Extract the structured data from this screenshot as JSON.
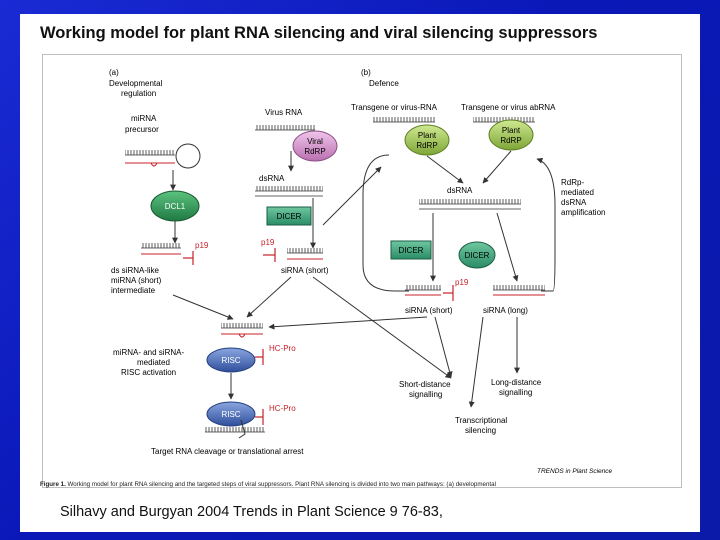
{
  "slide": {
    "title": "Working model for plant RNA silencing and viral silencing suppressors",
    "citation": "Silhavy and Burgyan 2004 Trends in Plant Science 9 76-83,"
  },
  "caption": {
    "figure_label": "Figure 1.",
    "text": "Working model for plant RNA silencing and the targeted steps of viral suppressors. Plant RNA silencing is divided into two main pathways: (a) developmental"
  },
  "diagram": {
    "panel_a": {
      "label": "(a)",
      "title_line1": "Developmental",
      "title_line2": "regulation"
    },
    "panel_b": {
      "label": "(b)",
      "title": "Defence"
    },
    "mirna_precursor": {
      "line1": "miRNA",
      "line2": "precursor"
    },
    "dcl1": "DCL1",
    "virus_rna": "Virus RNA",
    "viral_rdrp": {
      "line1": "Viral",
      "line2": "RdRP"
    },
    "dsrna_left": "dsRNA",
    "dicer_left": "DICER",
    "p19_a": "p19",
    "p19_b": "p19",
    "ds_intermediate": {
      "line1": "ds siRNA-like",
      "line2": "miRNA (short)",
      "line3": "intermediate"
    },
    "sirna_short_left": "siRNA (short)",
    "transgene_virus_rna": "Transgene or virus-RNA",
    "transgene_virus_abrna": "Transgene or virus abRNA",
    "plant_rdrp_1": {
      "line1": "Plant",
      "line2": "RdRP"
    },
    "plant_rdrp_2": {
      "line1": "Plant",
      "line2": "RdRP"
    },
    "dsrna_right": "dsRNA",
    "rdrp_amplification": {
      "line1": "RdRp-",
      "line2": "mediated",
      "line3": "dsRNA",
      "line4": "amplification"
    },
    "dicer_right_box": "DICER",
    "dicer_right_oval": "DICER",
    "p19_c": "p19",
    "sirna_short_right": "siRNA (short)",
    "sirna_long": "siRNA (long)",
    "risc_activation": {
      "line1": "miRNA- and siRNA-",
      "line2": "mediated",
      "line3": "RISC activation"
    },
    "hc_pro_1": "HC-Pro",
    "hc_pro_2": "HC-Pro",
    "risc_1": "RISC",
    "risc_2": "RISC",
    "short_distance": {
      "line1": "Short-distance",
      "line2": "signalling"
    },
    "long_distance": {
      "line1": "Long-distance",
      "line2": "signalling"
    },
    "transcriptional": {
      "line1": "Transcriptional",
      "line2": "silencing"
    },
    "target_cleavage": "Target RNA cleavage or translational arrest",
    "journal_credit": "TRENDS in Plant Science"
  },
  "colors": {
    "background": "#1426c8",
    "green_oval": "#2f9e5a",
    "pink_oval": "#d89ad0",
    "lime_oval": "#a9cf52",
    "blue_oval": "#4a6fbf",
    "accent_red": "#c8202a"
  }
}
